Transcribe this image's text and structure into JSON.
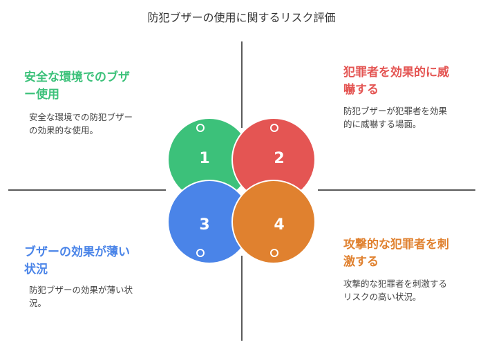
{
  "title": "防犯ブザーの使用に関するリスク評価",
  "quadrants": [
    {
      "number": "1",
      "title": "安全な環境でのブザー使用",
      "description": "安全な環境での防犯ブザーの効果的な使用。",
      "color": "#3cc17a"
    },
    {
      "number": "2",
      "title": "犯罪者を効果的に威嚇する",
      "description": "防犯ブザーが犯罪者を効果的に威嚇する場面。",
      "color": "#e45553"
    },
    {
      "number": "3",
      "title": "ブザーの効果が薄い状況",
      "description": "防犯ブザーの効果が薄い状況。",
      "color": "#4a84e8"
    },
    {
      "number": "4",
      "title": "攻撃的な犯罪者を刺激する",
      "description": "攻撃的な犯罪者を刺激するリスクの高い状況。",
      "color": "#e0812f"
    }
  ]
}
